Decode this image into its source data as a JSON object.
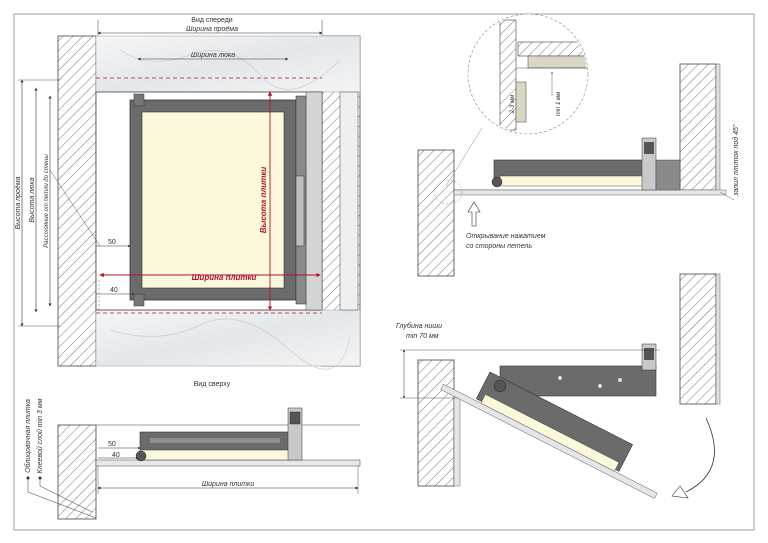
{
  "front_view": {
    "view_title": "Вид спереди",
    "opening_width": "Ширина проёма",
    "hatch_width": "Ширина люка",
    "tile_width": "Ширина плитки",
    "tile_height": "Высота плитки",
    "opening_height": "Высота проёма",
    "hatch_height": "Высота люка",
    "hinge_distance": "Расстояние от петли до стены",
    "dim_50": "50",
    "dim_40": "40"
  },
  "top_view": {
    "view_title": "Вид сверху",
    "tile_width": "Ширина плитки",
    "dim_50": "50",
    "dim_40": "40",
    "facing_tile": "Облицовочная плитка",
    "adhesive_layer": "Клеевой слой min 3 мм"
  },
  "detail_view": {
    "gap_label": "2-3 мм",
    "min_gap_label": "min 1 мм",
    "bevel_label": "запил плиток под 45°",
    "opening_note_1": "Открывание нажатием",
    "opening_note_2": "со стороны петель"
  },
  "open_view": {
    "niche_depth_1": "Глубина ниши",
    "niche_depth_2": "min 70 мм"
  },
  "colors": {
    "frame": "#6b6b6b",
    "panel": "#fbf8dc",
    "dimension_red": "#b3132b",
    "line": "#333333",
    "marble": "#eef0f2"
  }
}
